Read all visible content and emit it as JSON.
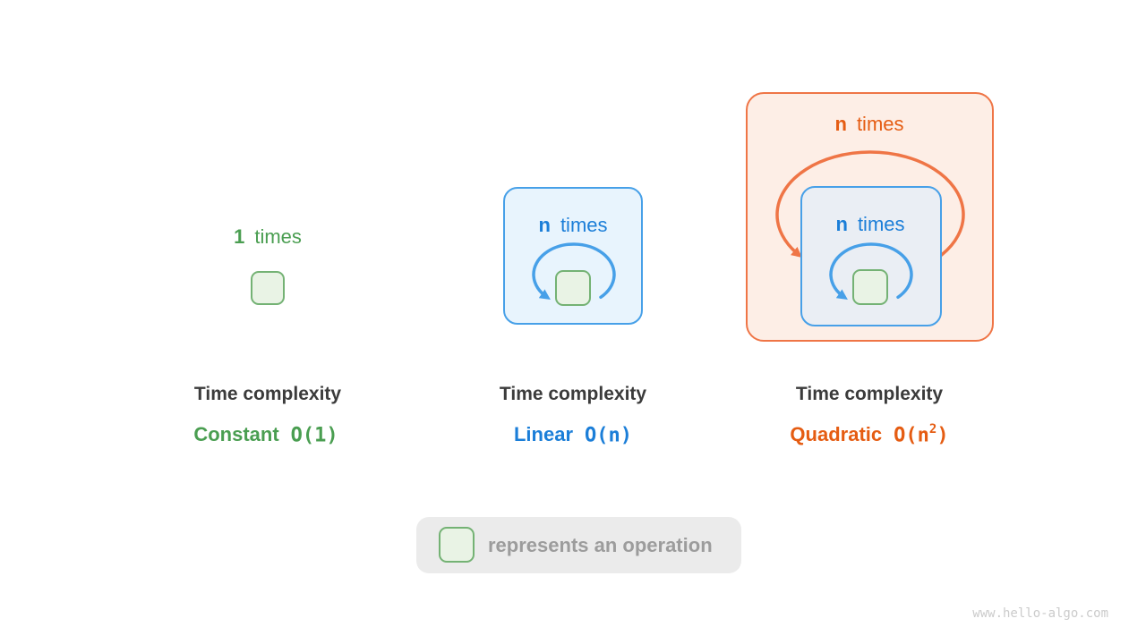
{
  "colors": {
    "green-stroke": "#74b274",
    "green-fill": "#e9f3e5",
    "green-text": "#4a9e51",
    "blue-stroke": "#47a0e8",
    "blue-fill-light": "#e8f4fd",
    "blue-fill-gray": "#eaeef4",
    "blue-text": "#1b7ed8",
    "orange-stroke": "#ef7546",
    "orange-fill": "#fdeee6",
    "orange-text": "#e55c12",
    "dark-text": "#3b3b3b",
    "legend-bg": "#ebebeb",
    "legend-text": "#9c9c9c",
    "watermark-text": "#cbcbcb"
  },
  "panels": {
    "constant": {
      "count": "1",
      "times": "times",
      "title": "Time complexity",
      "name": "Constant",
      "o_open": "O(",
      "o_arg": "1",
      "o_sup": "",
      "o_close": ")"
    },
    "linear": {
      "count": "n",
      "times": "times",
      "title": "Time complexity",
      "name": "Linear",
      "o_open": "O(",
      "o_arg": "n",
      "o_sup": "",
      "o_close": ")"
    },
    "quadratic": {
      "outer_count": "n",
      "outer_times": "times",
      "inner_count": "n",
      "inner_times": "times",
      "title": "Time complexity",
      "name": "Quadratic",
      "o_open": "O(",
      "o_arg": "n",
      "o_sup": "2",
      "o_close": ")"
    }
  },
  "legend": {
    "label": "represents an operation"
  },
  "watermark": "www.hello-algo.com"
}
